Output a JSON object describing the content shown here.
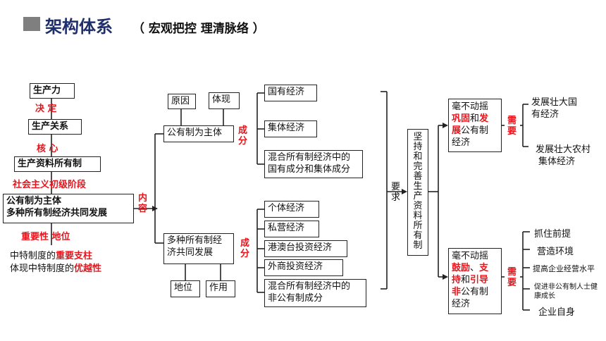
{
  "header": {
    "title": "架构体系",
    "subtitle": "（ 宏观把控 理清脉络 ）"
  },
  "left_chain": {
    "productivity": "生产力",
    "decides": "决 定",
    "relations": "生产关系",
    "core": "核 心",
    "ownership": "生产资料所有制",
    "stage": "社会主义初级阶段",
    "system_line1": "公有制为主体",
    "system_line2": "多种所有制经济共同发展",
    "importance": "重要性 地位",
    "note1_prefix": "中特制度的",
    "note1_red": "重要支柱",
    "note2_prefix": "体现中特制度的",
    "note2_red": "优越性"
  },
  "content_label": "内容",
  "public_branch": {
    "reason": "原因",
    "embody": "体现",
    "main": "公有制为主体",
    "components_label": "成分",
    "items": [
      "国有经济",
      "集体经济",
      "混合所有制经济中的",
      "国有成分和集体成分"
    ]
  },
  "multi_branch": {
    "main_line1": "多种所有制经",
    "main_line2": "济共同发展",
    "status": "地位",
    "role": "作用",
    "components_label": "成分",
    "items": [
      "个体经济",
      "私营经济",
      "港澳台投资经济",
      "外商投资经济",
      "混合所有制经济中的",
      "非公有制成分"
    ]
  },
  "requirement_label": "要求",
  "adhere_box": "坚持和完善生产资料所有制",
  "public_firm": {
    "line1": "毫不动摇",
    "red1": "巩固",
    "mid": "和",
    "red2": "发",
    "red3": "展",
    "line3_rest": "公有制",
    "line4": "经济",
    "need_label": "需要",
    "needs": [
      "发展壮大国",
      "有经济",
      "发展壮大农村",
      "集体经济"
    ]
  },
  "nonpublic_firm": {
    "line1": "毫不动摇",
    "red1": "鼓励",
    "sep1": "、",
    "red2": "支",
    "red3": "持",
    "mid": "和",
    "red4": "引导",
    "red5": "非",
    "line4_rest": "公有制",
    "line5": "经济",
    "need_label": "需要",
    "needs": [
      "抓住前提",
      "营造环境",
      "提高企业经营水平",
      "促进非公有制人士健",
      "康成长",
      "企业自身"
    ]
  },
  "colors": {
    "accent_red": "#e8141c",
    "square_gray": "#7f7f7f"
  }
}
